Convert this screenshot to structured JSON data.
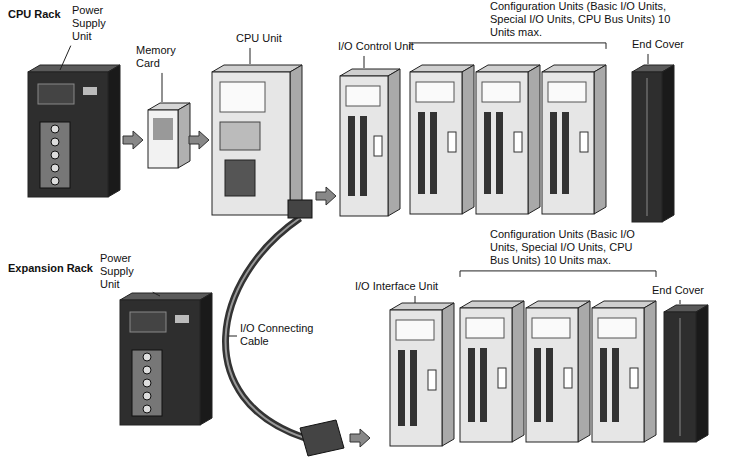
{
  "diagram": {
    "labels": [
      "CPU Rack",
      "Power Supply Unit",
      "Memory Card",
      "CPU Unit",
      "I/O Control Unit",
      "Configuration Units (Basic I/O Units, Special I/O Units, CPU Bus Units) 10 Units max.",
      "End Cover",
      "Expansion Rack",
      "Power Supply Unit",
      "I/O Connecting Cable",
      "I/O Interface Unit",
      "Configuration Units (Basic I/O Units, Special I/O Units, CPU Bus Units) 10 Units max.",
      "End Cover"
    ]
  }
}
